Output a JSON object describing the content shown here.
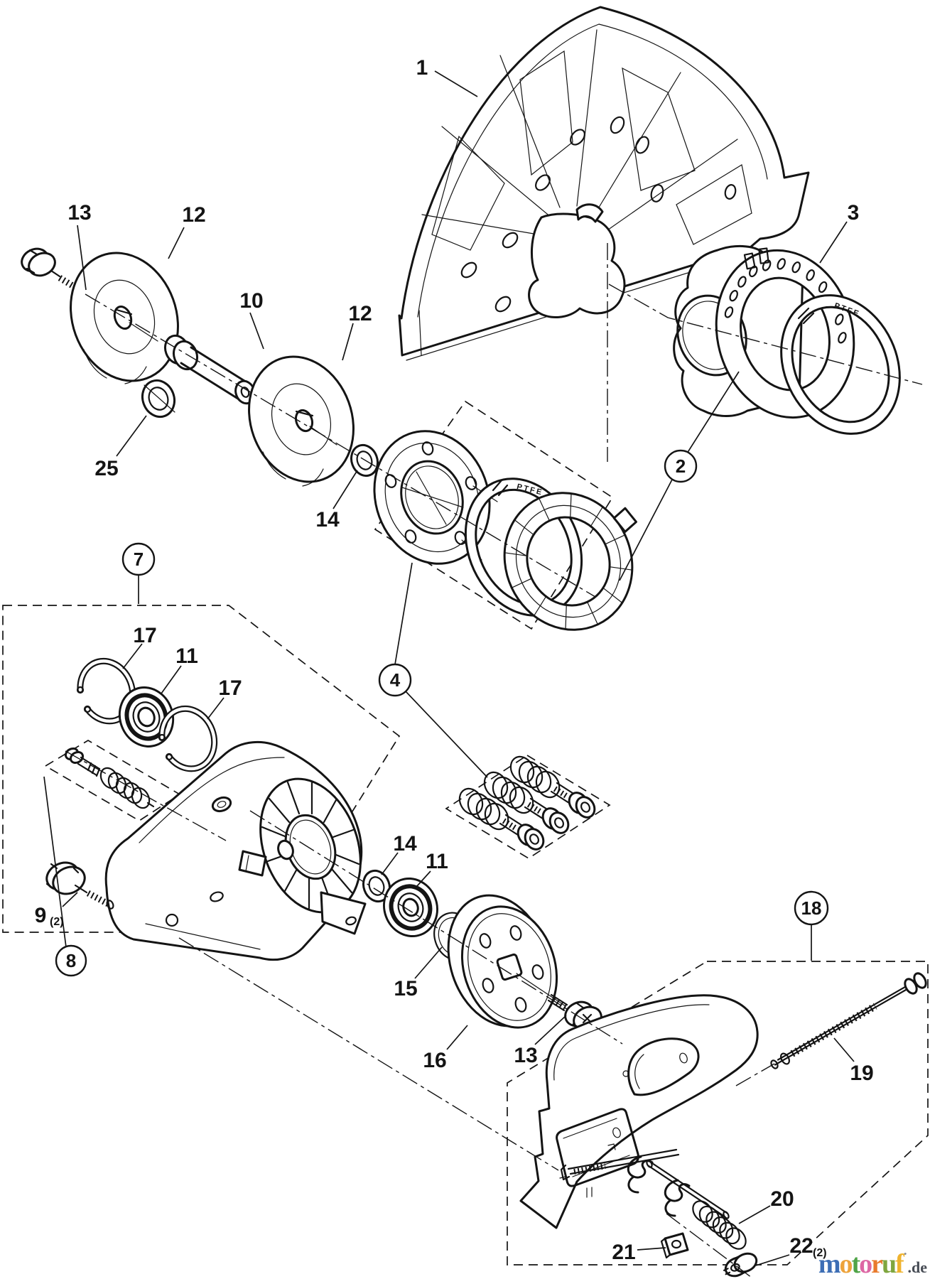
{
  "figure": {
    "type": "exploded-parts-diagram",
    "part_labels": {
      "p1": "1",
      "p3": "3",
      "p13_top": "13",
      "p12_left": "12",
      "p10": "10",
      "p25": "25",
      "p12_mid": "12",
      "p14_top": "14",
      "p17_a": "17",
      "p11_a": "11",
      "p17_b": "17",
      "p9": "9",
      "p9_qty": "(2)",
      "p14_b": "14",
      "p11_b": "11",
      "p15": "15",
      "p16": "16",
      "p13_mid": "13",
      "p19": "19",
      "p20": "20",
      "p21": "21",
      "p22": "22",
      "p22_qty": "(2)"
    },
    "circled_labels": {
      "c2": "2",
      "c4": "4",
      "c7": "7",
      "c8": "8",
      "c18": "18"
    },
    "ring_markings": {
      "ptfe_upper": "PTFE",
      "ptfe_middle": "PTFE"
    }
  },
  "watermark": {
    "letters": [
      {
        "ch": "m",
        "color": "#3d6eb5"
      },
      {
        "ch": "o",
        "color": "#eda33b"
      },
      {
        "ch": "t",
        "color": "#4fa447"
      },
      {
        "ch": "o",
        "color": "#dd67a4"
      },
      {
        "ch": "r",
        "color": "#e87a2c"
      },
      {
        "ch": "u",
        "color": "#7fa63f"
      },
      {
        "ch": "f",
        "color": "#efb32f"
      }
    ],
    "mark": "˙",
    "mark_color": "#8a8f98",
    "tld": ".de",
    "tld_color": "#474c55"
  }
}
